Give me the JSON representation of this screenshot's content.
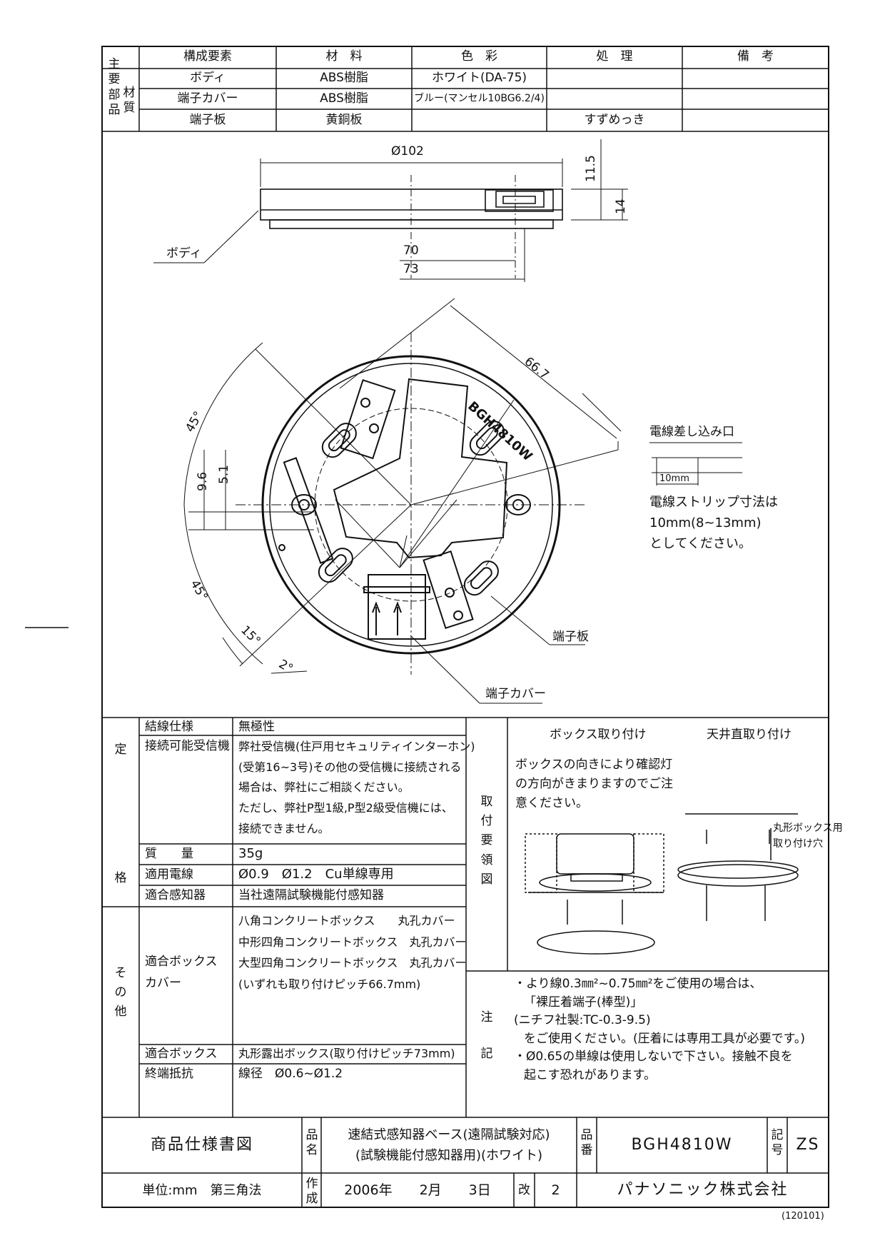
{
  "parts_table": {
    "side_label": [
      "主要部品",
      "材質"
    ],
    "headers": [
      "構成要素",
      "材　料",
      "色　彩",
      "処　理",
      "備　考"
    ],
    "rows": [
      [
        "ボディ",
        "ABS樹脂",
        "ホワイト(DA-75)",
        "",
        ""
      ],
      [
        "端子カバー",
        "ABS樹脂",
        "ブルー(マンセル10BG6.2/4)",
        "",
        ""
      ],
      [
        "端子板",
        "黄銅板",
        "",
        "すずめっき",
        ""
      ]
    ]
  },
  "drawing": {
    "dim_diameter": "Ø102",
    "dim_11_5": "11.5",
    "dim_14": "14",
    "dim_70": "70",
    "dim_73": "73",
    "label_body": "ボディ",
    "dim_66_7": "66.7",
    "dim_45_top": "45°",
    "dim_45_bottom": "45°",
    "dim_9_6": "9.6",
    "dim_5_1": "5.1",
    "dim_15": "15°",
    "dim_2": "2°",
    "model_mark": "BGH4810W",
    "label_wire_inlet": "電線差し込み口",
    "dim_10mm": "10mm",
    "strip_note": [
      "電線ストリップ寸法は",
      "10mm(8~13mm)",
      "としてください。"
    ],
    "label_terminal_plate": "端子板",
    "label_terminal_cover": "端子カバー"
  },
  "spec": {
    "side_label_top": "定",
    "side_label_bottom": "格",
    "side_label_other": [
      "そ",
      "の",
      "他"
    ],
    "rows": [
      {
        "key": "結線仕様",
        "value": [
          "無極性"
        ]
      },
      {
        "key": "接続可能受信機",
        "value": [
          "弊社受信機(住戸用セキュリティインターホン)",
          "(受第16~3号)その他の受信機に接続される",
          "場合は、弊社にご相談ください。",
          "ただし、弊社P型1級,P型2級受信機には、",
          "接続できません。"
        ]
      },
      {
        "key": "質　　量",
        "value": [
          "35g"
        ]
      },
      {
        "key": "適用電線",
        "value": [
          "Ø0.9　Ø1.2　Cu単線専用"
        ]
      },
      {
        "key": "適合感知器",
        "value": [
          "当社遠隔試験機能付感知器"
        ]
      }
    ],
    "other_rows": [
      {
        "key": [
          "適合ボックス",
          "カバー"
        ],
        "value": [
          "八角コンクリートボックス　　丸孔カバー",
          "中形四角コンクリートボックス　丸孔カバー",
          "大型四角コンクリートボックス　丸孔カバー",
          "(いずれも取り付けピッチ66.7mm)"
        ]
      },
      {
        "key": [
          "適合ボックス"
        ],
        "value": [
          "丸形露出ボックス(取り付けピッチ73mm)"
        ]
      },
      {
        "key": [
          "終端抵抗"
        ],
        "value": [
          "線径　Ø0.6~Ø1.2"
        ]
      }
    ]
  },
  "mounting": {
    "side_label": [
      "取",
      "付",
      "要",
      "領",
      "図"
    ],
    "box_title": "ボックス取り付け",
    "ceiling_title": "天井直取り付け",
    "box_note": [
      "ボックスの向きにより確認灯",
      "の方向がきまりますのでご注",
      "意ください。"
    ],
    "ceiling_label": [
      "丸形ボックス用",
      "取り付け穴"
    ]
  },
  "notes": {
    "side_label": [
      "注",
      "記"
    ],
    "lines": [
      "・より線0.3㎜²~0.75㎜²をご使用の場合は、",
      "「裸圧着端子(棒型)」",
      "(ニチフ社製:TC-0.3-9.5)",
      "をご使用ください。(圧着には専用工具が必要です。)",
      "・Ø0.65の単線は使用しないで下さい。接触不良を",
      "起こす恐れがあります。"
    ]
  },
  "title_block": {
    "doc_type": "商品仕様書図",
    "product_name_label": [
      "品",
      "名"
    ],
    "product_name": [
      "速結式感知器ベース(遠隔試験対応)",
      "(試験機能付感知器用)(ホワイト)"
    ],
    "part_no_label": [
      "品",
      "番"
    ],
    "part_no": "BGH4810W",
    "symbol_label": [
      "記",
      "号"
    ],
    "symbol": "ZS",
    "unit": "単位:mm　第三角法",
    "created_label": [
      "作",
      "成"
    ],
    "created_date": "2006年　　2月　　3日",
    "rev_label": "改",
    "rev": "2",
    "company": "パナソニック株式会社"
  },
  "doc_code": "(120101)"
}
